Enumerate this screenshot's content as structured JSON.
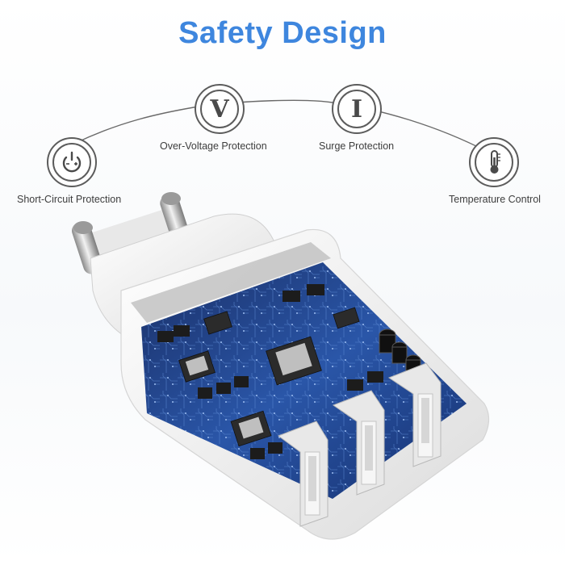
{
  "title": "Safety Design",
  "features": [
    {
      "id": "short-circuit",
      "label": "Short-Circuit Protection",
      "icon": "power-icon"
    },
    {
      "id": "over-voltage",
      "label": "Over-Voltage Protection",
      "icon": "letter-v-icon",
      "glyph": "V"
    },
    {
      "id": "surge",
      "label": "Surge Protection",
      "icon": "letter-i-icon",
      "glyph": "I"
    },
    {
      "id": "temperature",
      "label": "Temperature Control",
      "icon": "thermometer-icon"
    }
  ],
  "colors": {
    "title": "#3e86de",
    "icon_stroke": "#5c5c5c",
    "label": "#3d3d3d",
    "circuit_board": "#1e3f86",
    "housing": "#f4f4f4"
  }
}
